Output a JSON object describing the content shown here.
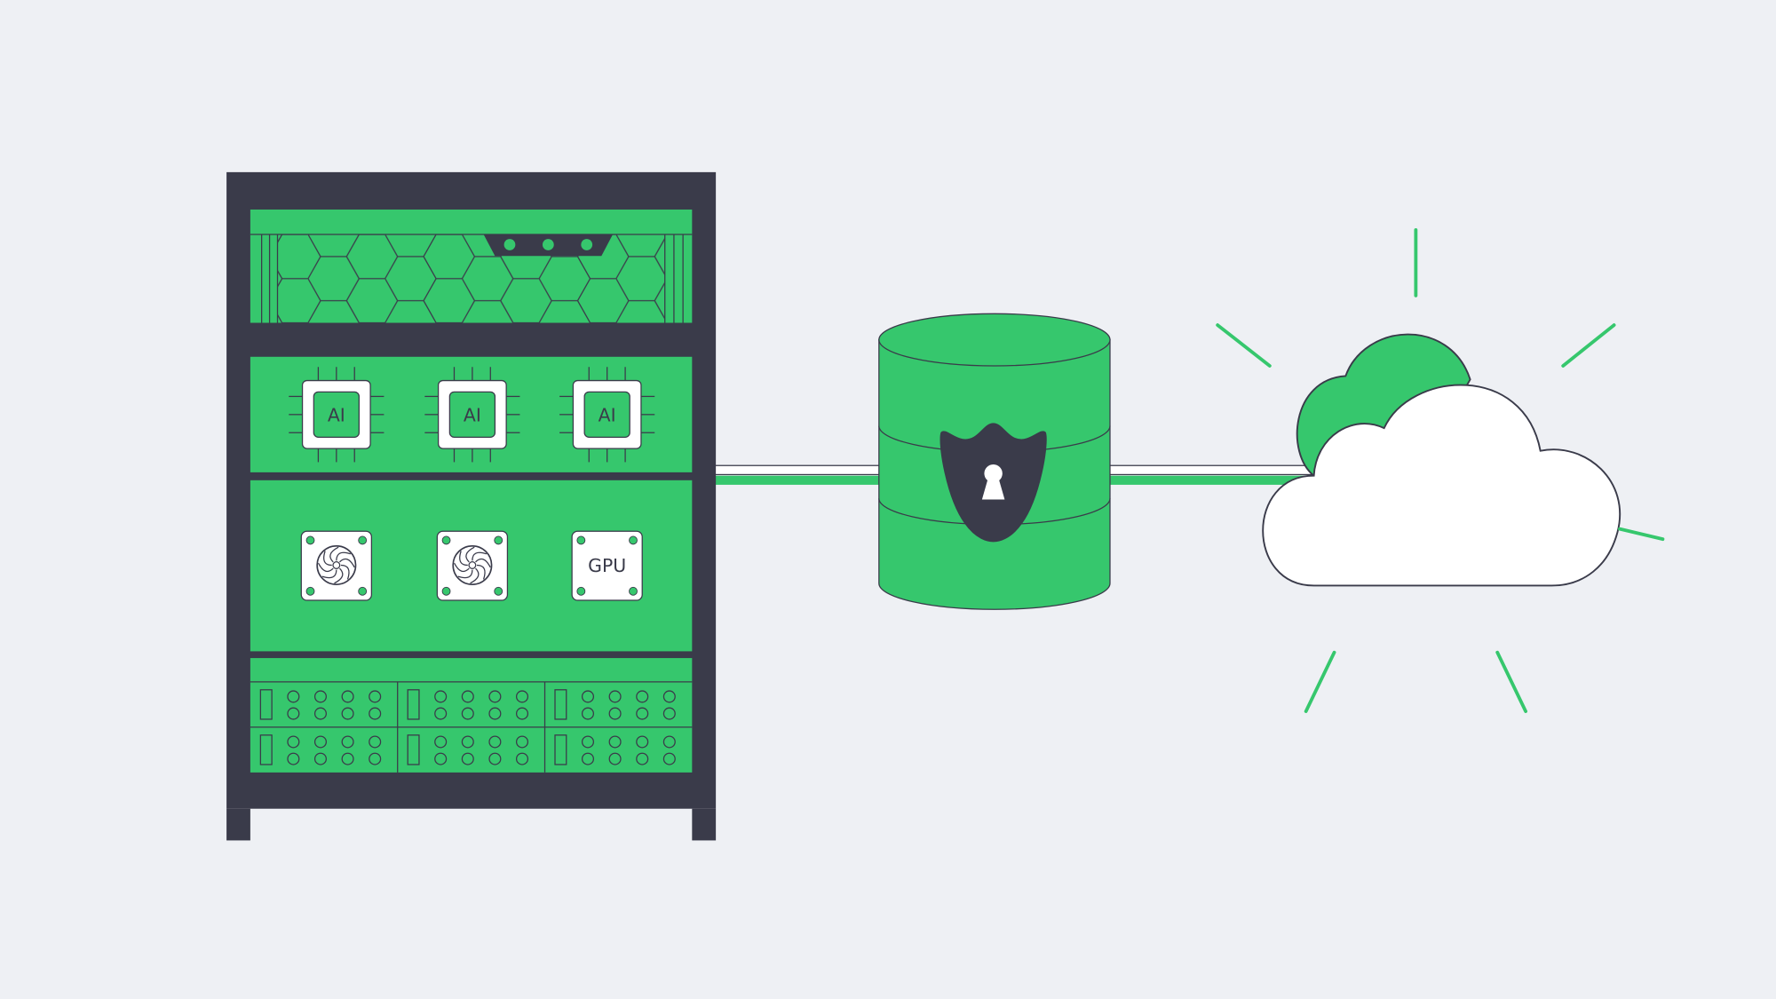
{
  "colors": {
    "background": "#eef0f4",
    "dark": "#3a3b4a",
    "green": "#36c76d",
    "white": "#ffffff"
  },
  "rack": {
    "chips": [
      {
        "label": "AI"
      },
      {
        "label": "AI"
      },
      {
        "label": "AI"
      }
    ],
    "modules": [
      {
        "type": "fan"
      },
      {
        "type": "fan"
      },
      {
        "type": "gpu",
        "label": "GPU"
      }
    ]
  },
  "database": {
    "icon": "shield-keyhole-icon"
  },
  "cloud": {
    "icon": "cloud-icon"
  }
}
